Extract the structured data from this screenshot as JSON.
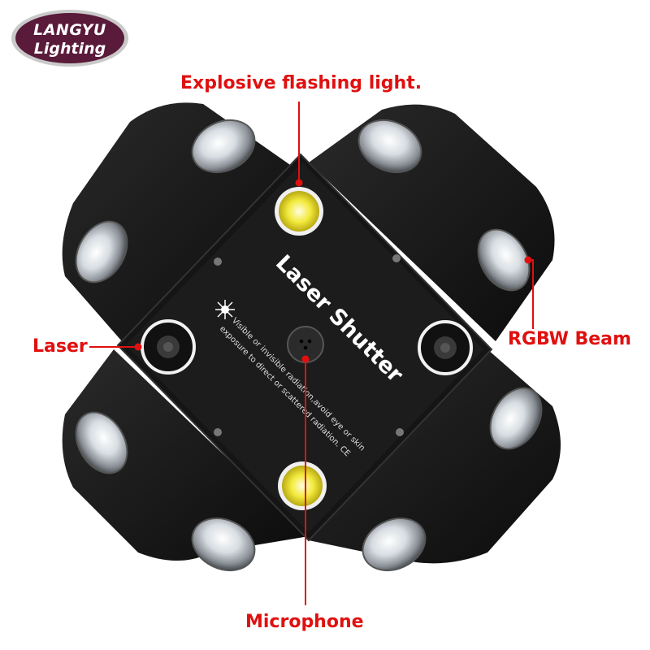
{
  "logo": {
    "line1": "LANGYU",
    "line2": "Lighting"
  },
  "device": {
    "panel_title": "Laser Shutter",
    "warning_line1": "Visible or invisible radiation,avoid eye or skin",
    "warning_line2": "exposure to direct or scattered radiation. CE"
  },
  "callouts": {
    "top": "Explosive flashing light.",
    "left": "Laser",
    "right": "RGBW Beam",
    "bottom": "Microphone"
  },
  "colors": {
    "callout": "#e01010",
    "logo_bg": "#5a1a3a",
    "device_body": "#1a1a1a",
    "strobe": "#f2ea3c"
  }
}
